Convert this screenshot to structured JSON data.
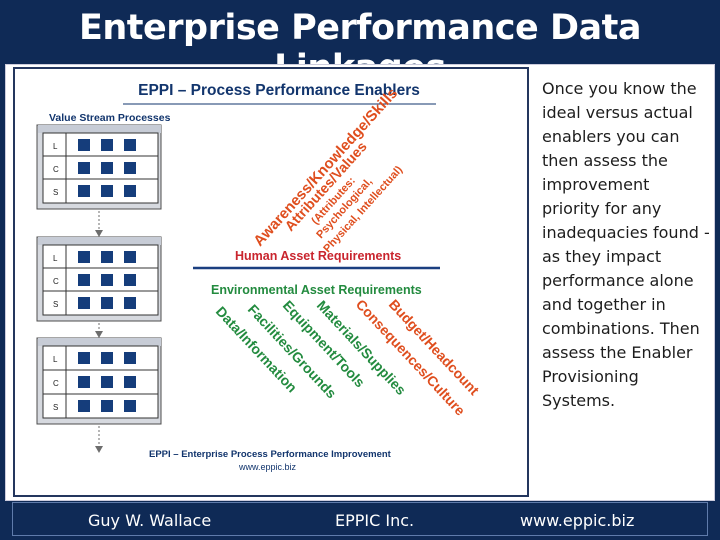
{
  "slide": {
    "title": "Enterprise Performance Data Linkages",
    "description": "Once you know the ideal versus actual enablers you can then assess the improvement priority for any inadequacies found  - as they impact performance alone and together in combinations. Then assess the Enabler Provisioning Systems."
  },
  "figure": {
    "header": "EPPI – Process Performance Enablers",
    "value_stream_title": "Value Stream Processes",
    "rows": [
      "L",
      "C",
      "S"
    ],
    "human_assets": [
      "Awareness/Knowledge/Skills",
      "Attributes/Values",
      "(Attributes:",
      "Psychological,",
      "Physical, Intellectual)"
    ],
    "human_asset_requirements": "Human Asset Requirements",
    "environmental_asset_requirements": "Environmental Asset Requirements",
    "environmental_assets": [
      "Data/Information",
      "Facilities/Grounds",
      "Equipment/Tools",
      "Materials/Supplies",
      "Consequences/Culture",
      "Budget/Headcount"
    ],
    "footer_title": "EPPI – Enterprise Process Performance Improvement",
    "footer_url": "www.eppic.biz"
  },
  "footer": {
    "author": "Guy W. Wallace",
    "company": "EPPIC Inc.",
    "website": "www.eppic.biz"
  },
  "colors": {
    "background": "#0f2a56",
    "orange_text": "#df4e1e",
    "red_text": "#c9252e",
    "green_text": "#238b3f",
    "navy": "#12356d",
    "grid_blue": "#153d7b"
  }
}
